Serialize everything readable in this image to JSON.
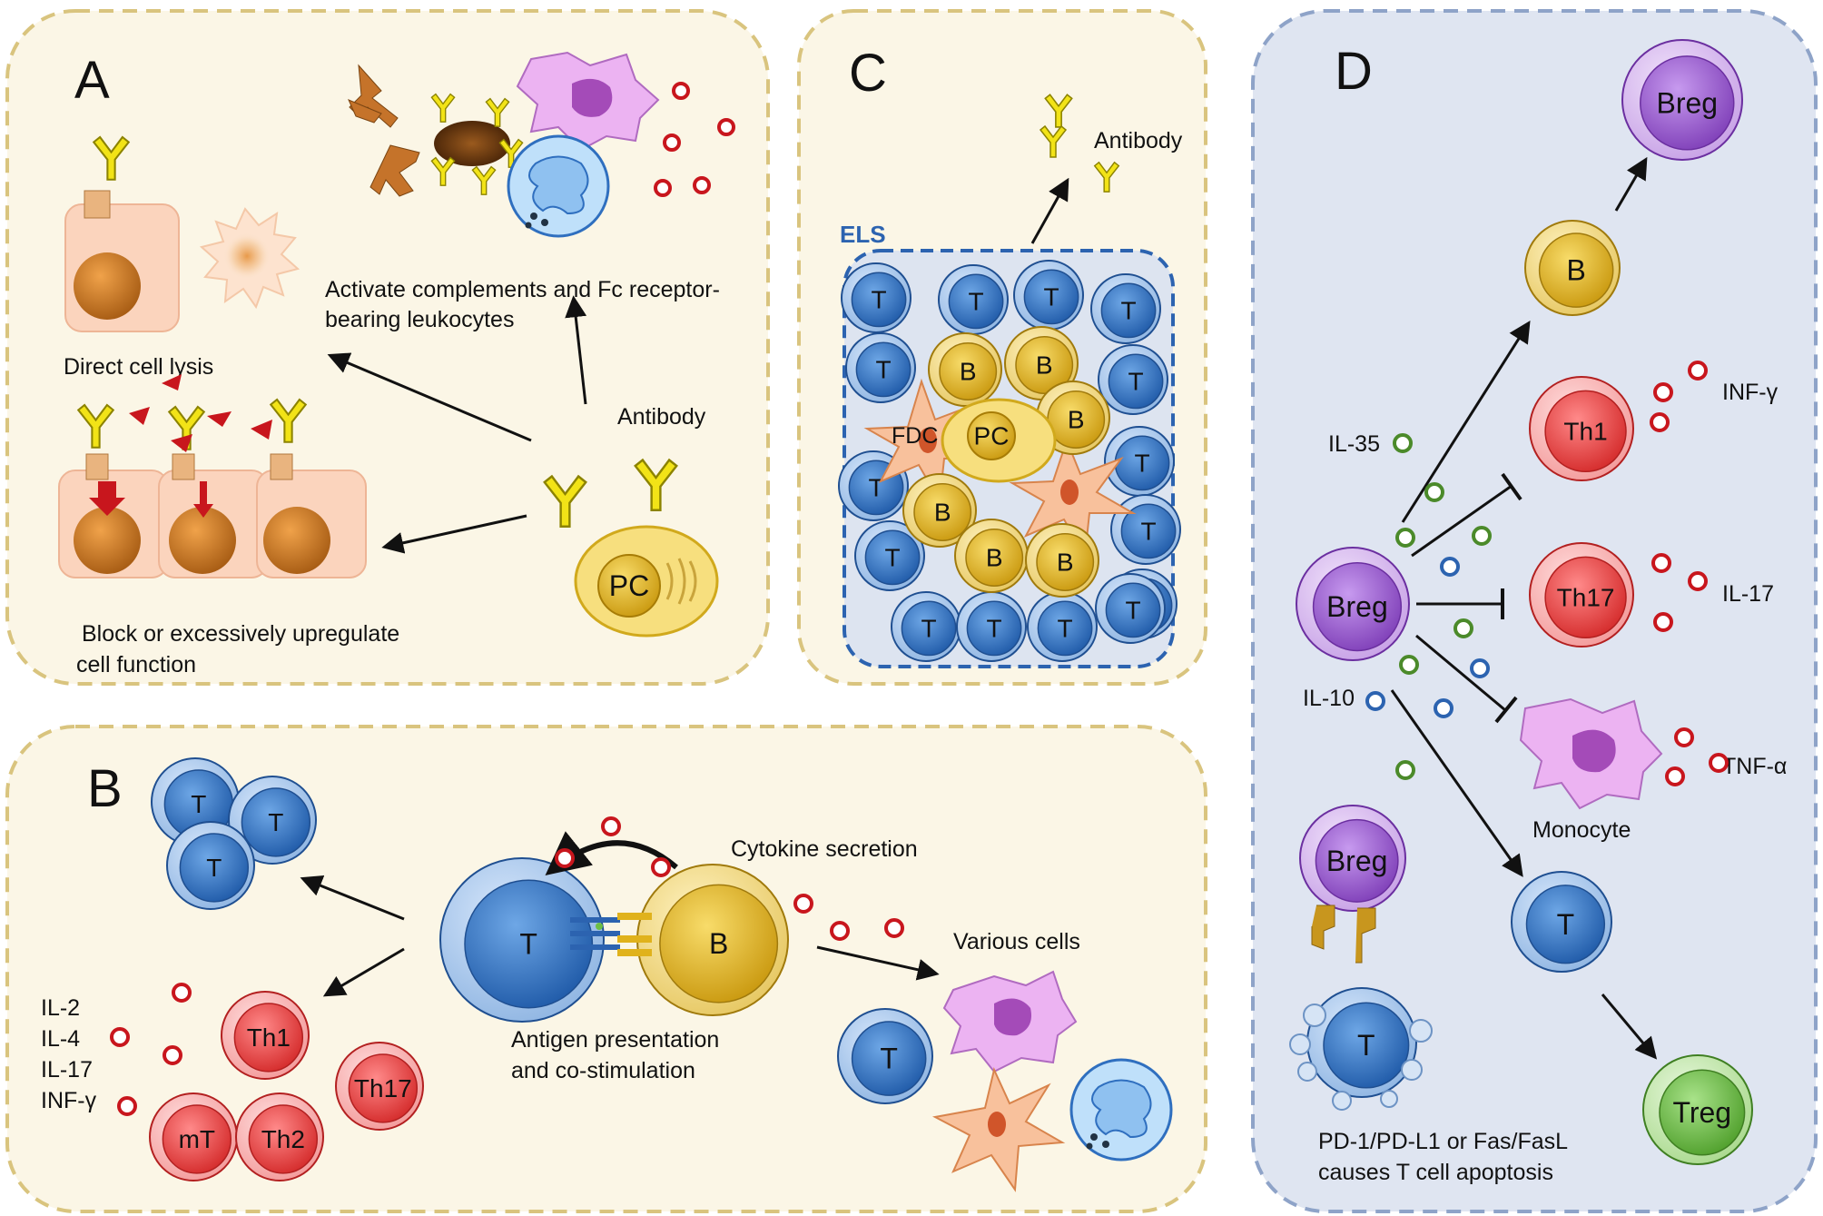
{
  "panels": {
    "a": {
      "letter": "A",
      "direct_lysis": "Direct cell lysis",
      "activate_line1": "Activate complements and Fc receptor-",
      "activate_line2": "bearing  leukocytes",
      "antibody": "Antibody",
      "pc": "PC",
      "block_line1": "Block or excessively upregulate",
      "block_line2": "cell function"
    },
    "b": {
      "letter": "B",
      "t": "T",
      "b": "B",
      "th1": "Th1",
      "th2": "Th2",
      "th17": "Th17",
      "mt": "mT",
      "cytokine_secretion": "Cytokine secretion",
      "antigen_line1": "Antigen presentation",
      "antigen_line2": "and co-stimulation",
      "various_cells": "Various cells",
      "cytokines": [
        "IL-2",
        "IL-4",
        "IL-17",
        "INF-γ"
      ]
    },
    "c": {
      "letter": "C",
      "els": "ELS",
      "antibody": "Antibody",
      "t": "T",
      "b": "B",
      "pc": "PC",
      "fdc": "FDC"
    },
    "d": {
      "letter": "D",
      "breg": "Breg",
      "b": "B",
      "th1": "Th1",
      "th17": "Th17",
      "t": "T",
      "treg": "Treg",
      "monocyte": "Monocyte",
      "il35": "IL-35",
      "il10": "IL-10",
      "inf_g": "INF-γ",
      "il17": "IL-17",
      "tnf_a": "TNF-α",
      "apoptosis_line1": "PD-1/PD-L1 or Fas/FasL",
      "apoptosis_line2": "causes T cell apoptosis"
    }
  },
  "colors": {
    "panel_beige": "#fbf6e6",
    "panel_beige_border": "#d9c47e",
    "panel_blue": "#dfe5f1",
    "panel_blue_border": "#8ea3c8",
    "t_cell": "#2f6fbf",
    "b_cell": "#e0b21c",
    "red_cell": "#e03a3a",
    "breg": "#9a5ccc",
    "treg": "#6cbf45",
    "cytokine_red": "#c8161d",
    "cytokine_green": "#4b8a2a",
    "cytokine_blue": "#2c63b0"
  }
}
